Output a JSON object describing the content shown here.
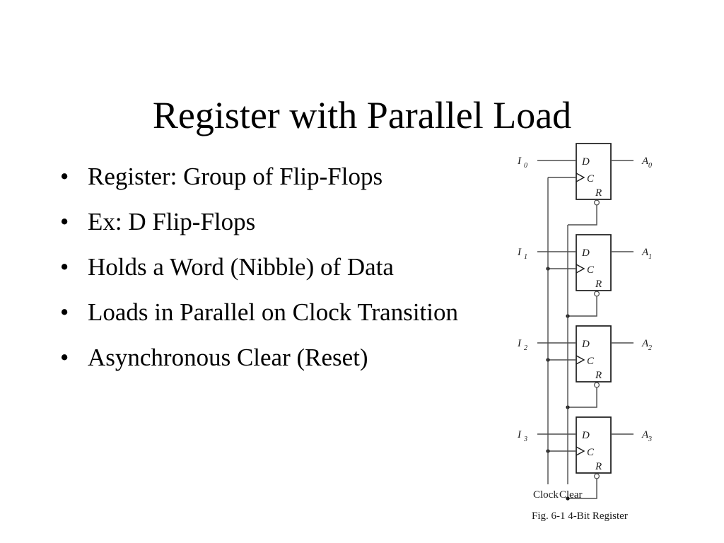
{
  "slide": {
    "title": "Register with Parallel Load",
    "bullet_char": "•",
    "bullets": [
      {
        "text": "Register: Group of Flip-Flops"
      },
      {
        "text": "Ex: D Flip-Flops"
      },
      {
        "text": "Holds a Word (Nibble) of Data"
      },
      {
        "text": "Loads in Parallel on Clock Transition"
      },
      {
        "text": "Asynchronous Clear (Reset)"
      }
    ]
  },
  "figure": {
    "caption": "Fig. 6-1  4-Bit Register",
    "bus_labels": {
      "clock": "Clock",
      "clear": "Clear"
    },
    "pin_labels": {
      "d": "D",
      "c": "C",
      "r": "R"
    },
    "stages": [
      {
        "input_base": "I",
        "input_sub": "0",
        "output_base": "A",
        "output_sub": "0"
      },
      {
        "input_base": "I",
        "input_sub": "1",
        "output_base": "A",
        "output_sub": "1"
      },
      {
        "input_base": "I",
        "input_sub": "2",
        "output_base": "A",
        "output_sub": "2"
      },
      {
        "input_base": "I",
        "input_sub": "3",
        "output_base": "A",
        "output_sub": "3"
      }
    ],
    "colors": {
      "wire": "#4d4d4d",
      "box": "#1a1a1a",
      "text": "#1a1a1a",
      "background": "#ffffff"
    }
  }
}
